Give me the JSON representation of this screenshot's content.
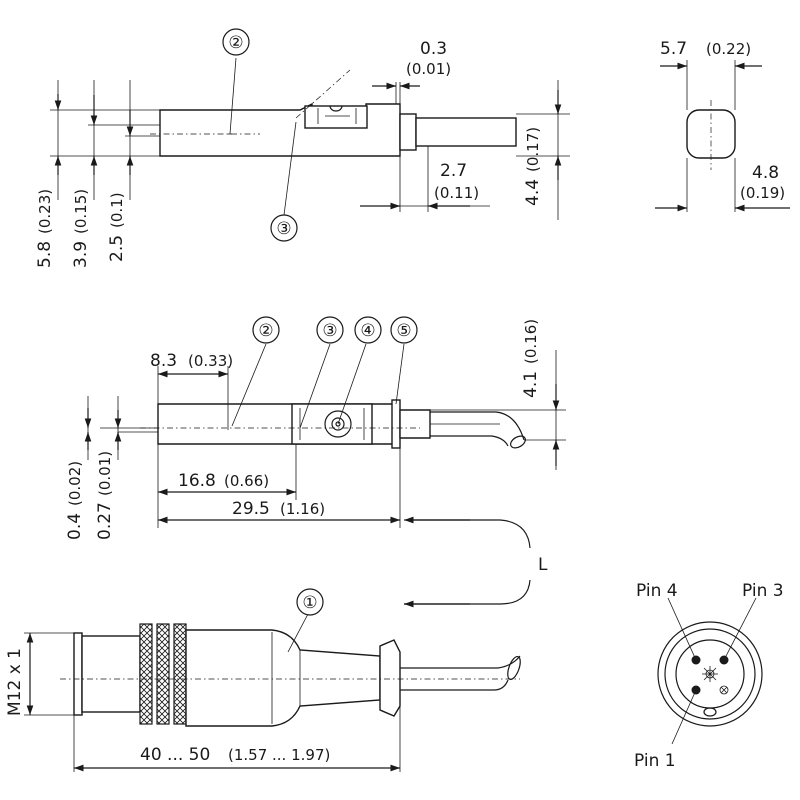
{
  "callouts": {
    "c1": "①",
    "c2": "②",
    "c3": "③",
    "c4": "④",
    "c5": "⑤"
  },
  "top_view": {
    "d_03": "0.3",
    "d_03_in": "(0.01)",
    "d_27": "2.7",
    "d_27_in": "(0.11)",
    "d_44": "4.4",
    "d_44_in": "(0.17)",
    "d_58": "5.8",
    "d_58_in": "(0.23)",
    "d_39": "3.9",
    "d_39_in": "(0.15)",
    "d_25": "2.5",
    "d_25_in": "(0.1)"
  },
  "end_view": {
    "d_57": "5.7",
    "d_57_in": "(0.22)",
    "d_48": "4.8",
    "d_48_in": "(0.19)"
  },
  "side_view": {
    "d_83": "8.3",
    "d_83_in": "(0.33)",
    "d_168": "16.8",
    "d_168_in": "(0.66)",
    "d_295": "29.5",
    "d_295_in": "(1.16)",
    "d_41": "4.1",
    "d_41_in": "(0.16)",
    "d_04": "0.4",
    "d_04_in": "(0.02)",
    "d_027": "0.27",
    "d_027_in": "(0.01)"
  },
  "connector": {
    "length_label": "L",
    "thread": "M12 x 1",
    "d_len": "40 ... 50",
    "d_len_in": "(1.57 ... 1.97)"
  },
  "pinout": {
    "pin4": "Pin 4",
    "pin3": "Pin 3",
    "pin1": "Pin 1"
  }
}
